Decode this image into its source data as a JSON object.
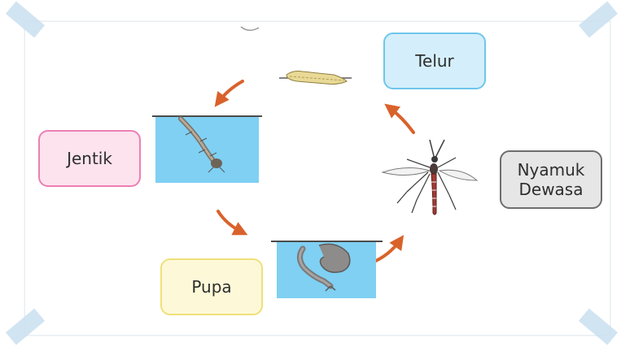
{
  "stages": {
    "telur": "Telur",
    "jentik": "Jentik",
    "pupa": "Pupa",
    "dewasa": "Nyamuk\nDewasa"
  },
  "colors": {
    "water": "#7fd0f3",
    "arrow": "#d9622b",
    "telur_fill": "#d4effb",
    "jentik_fill": "#fce3ee",
    "pupa_fill": "#fdf9d8",
    "dewasa_fill": "#e6e6e6"
  },
  "icons": [
    "egg-raft-icon",
    "larva-icon",
    "pupa-icon",
    "mosquito-icon",
    "cycle-arrow-icon"
  ]
}
